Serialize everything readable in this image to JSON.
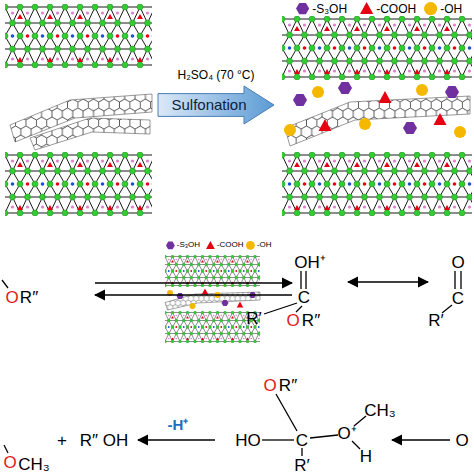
{
  "diagram": {
    "nodes": [
      {
        "text": [
          "H₂SO₄ (70 °C)",
          "Sulfonation"
        ]
      }
    ],
    "labels": [
      "O",
      "R″",
      "OH⁺",
      "C",
      "R′",
      "O",
      "R″",
      "O",
      "C",
      "R′",
      "O",
      "CH₃",
      "+",
      "R″ OH",
      "-H⁺",
      "O",
      "R″",
      "HO",
      "C",
      "O⁺",
      "CH₃",
      "H",
      "R′",
      "O"
    ],
    "legend": [
      {
        "text": "-S₃OH",
        "color": "#7030a0"
      },
      {
        "text": "-COOH",
        "color": "#e60012"
      },
      {
        "text": "-OH",
        "color": "#f5b800"
      },
      {
        "text": "-S₃OH",
        "color": "#7030a0"
      },
      {
        "text": "-COOH",
        "color": "#e60012"
      },
      {
        "text": "-OH",
        "color": "#f5b800"
      }
    ]
  }
}
